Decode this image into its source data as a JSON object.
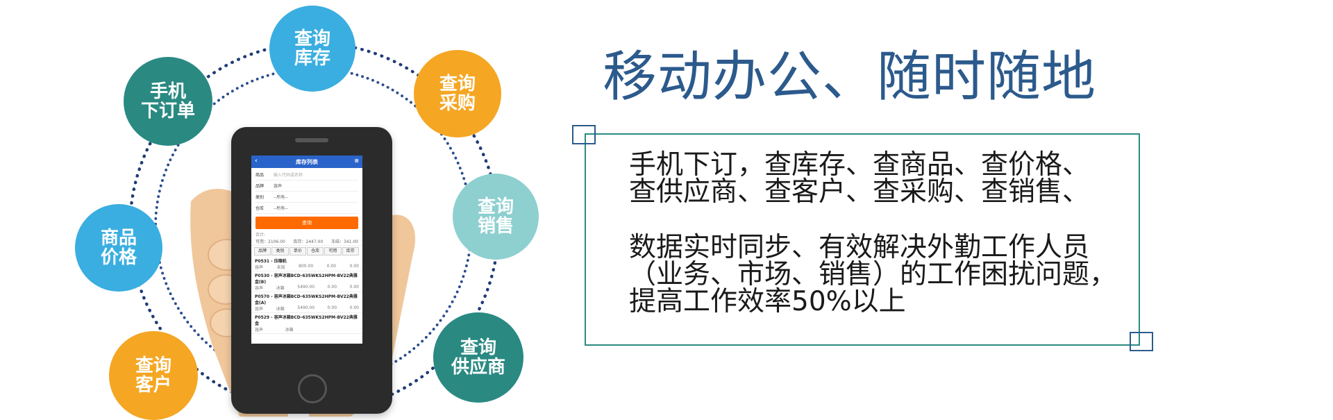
{
  "headline": "移动办公、随时随地",
  "description": {
    "paragraph1": "手机下订，查库存、查商品、查价格、\n查供应商、查客户、查采购、查销售、",
    "paragraph2": "数据实时同步、有效解决外勤工作人员\n（业务、市场、销售）的工作困扰问题，\n提高工作效率50%以上"
  },
  "features": [
    {
      "label": "手机\n下订单",
      "color": "#2a8a82"
    },
    {
      "label": "查询\n库存",
      "color": "#3aaee0"
    },
    {
      "label": "查询\n采购",
      "color": "#f5a623"
    },
    {
      "label": "查询\n销售",
      "color": "#8ecfd0"
    },
    {
      "label": "查询\n供应商",
      "color": "#2a8a82"
    },
    {
      "label": "查询\n客户",
      "color": "#f5a623"
    },
    {
      "label": "商品\n价格",
      "color": "#3aaee0"
    }
  ],
  "phone_screen": {
    "title": "库存列表",
    "back_icon": "‹",
    "menu_icon": "≡",
    "fields": [
      {
        "label": "商品",
        "value": "输入代码或名称"
      },
      {
        "label": "品牌",
        "value": "容声"
      },
      {
        "label": "类别",
        "value": "--所有--"
      },
      {
        "label": "仓库",
        "value": "--所有--"
      }
    ],
    "query_button": "查询",
    "total_label": "合计:",
    "summary": [
      "可用：2106.00",
      "库存：2447.00",
      "冻结：341.00"
    ],
    "columns": [
      "品牌",
      "类别",
      "单价",
      "仓库",
      "可用",
      "库存"
    ],
    "items": [
      {
        "title": "P0531 - 压缩机",
        "sub": [
          "容声",
          "未知",
          "800.00",
          "0.00",
          "0.00"
        ]
      },
      {
        "title": "P0530 - 容声冰箱BCD-635WKS2HPM-BV22典雅金(B)",
        "sub": [
          "容声",
          "冰箱",
          "5490.00",
          "0.00",
          "0.00"
        ]
      },
      {
        "title": "P0570 - 容声冰箱BCD-635WKS2HPM-BV22典雅金(A)",
        "sub": [
          "容声",
          "冰箱",
          "5490.00",
          "0.00",
          "0.00"
        ]
      },
      {
        "title": "P0529 - 容声冰箱BCD-635WKS2HPM-BV22典雅金",
        "sub": [
          "容声",
          "冰箱",
          "",
          "",
          ""
        ]
      }
    ]
  }
}
